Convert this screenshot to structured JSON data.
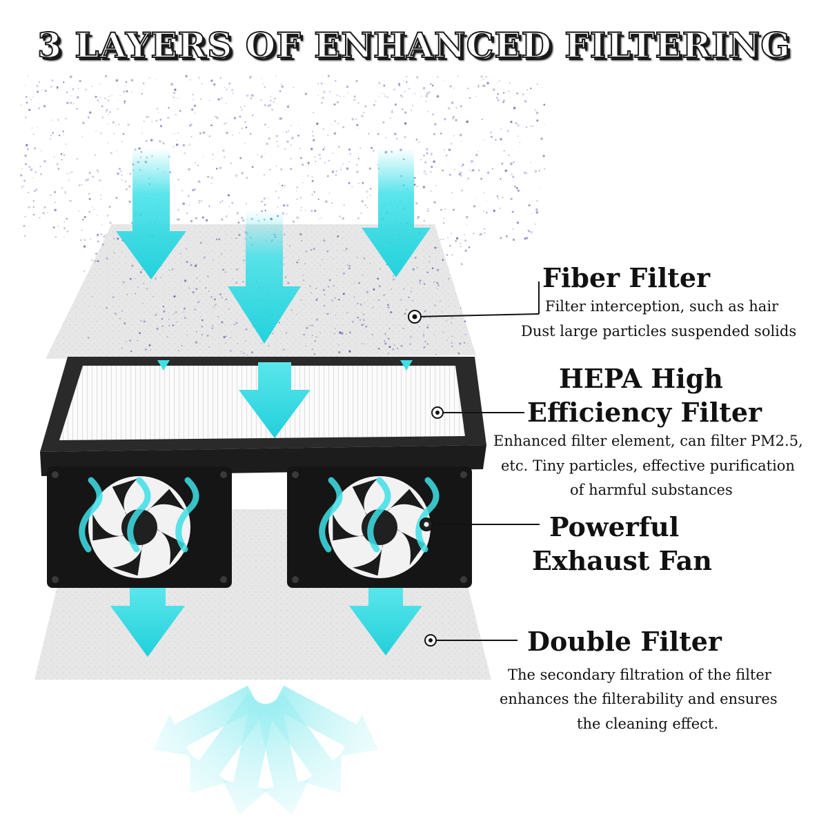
{
  "title": "3 LAYERS OF ENHANCED FILTERING",
  "colors": {
    "airflow": "#3ee0e8",
    "filter_sheet": "#e6e6e6",
    "frame": "#2a2a2a",
    "fan": "#151515",
    "text": "#111111"
  },
  "layers": [
    {
      "name": "Fiber Filter",
      "desc1": "Filter interception, such as hair",
      "desc2": "Dust large particles suspended solids"
    },
    {
      "name1": "HEPA High",
      "name2": "Efficiency Filter",
      "desc1": "Enhanced filter element, can filter PM2.5,",
      "desc2": "etc. Tiny particles, effective purification",
      "desc3": "of harmful substances"
    },
    {
      "name1": "Powerful",
      "name2": "Exhaust Fan"
    },
    {
      "name": "Double Filter",
      "desc1": "The secondary filtration of the filter",
      "desc2": "enhances the filterability and ensures",
      "desc3": "the cleaning effect."
    }
  ],
  "icons": [
    "down-arrow-icon",
    "fan-icon",
    "leader-dot-icon"
  ]
}
